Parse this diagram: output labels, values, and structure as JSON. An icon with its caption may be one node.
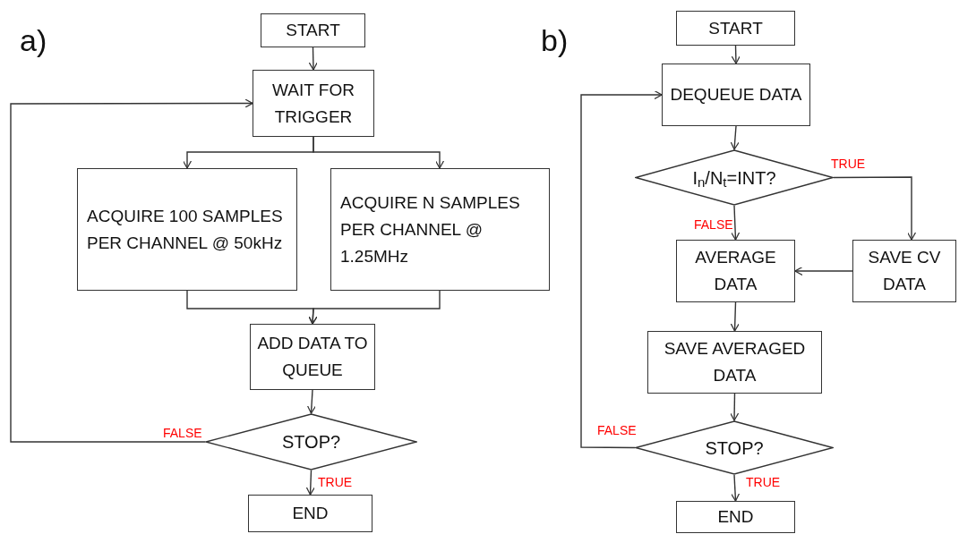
{
  "diagram": {
    "nodes": [
      {
        "text": [
          "START"
        ]
      },
      {
        "text": [
          "WAIT FOR TRIGGER"
        ]
      },
      {
        "text": [
          "ACQUIRE 100 SAMPLES PER CHANNEL @ 50kHz"
        ]
      },
      {
        "text": [
          "ACQUIRE N SAMPLES PER CHANNEL @ 1.25MHz"
        ]
      },
      {
        "text": [
          "ADD DATA TO QUEUE"
        ]
      },
      {
        "text": [
          "STOP?"
        ]
      },
      {
        "text": [
          "END"
        ]
      },
      {
        "text": [
          "START"
        ]
      },
      {
        "text": [
          "DEQUEUE DATA"
        ]
      },
      {
        "text": [
          "I$_{n}$/N$_{t}$=INT?"
        ]
      },
      {
        "text": [
          "AVERAGE DATA"
        ]
      },
      {
        "text": [
          "SAVE CV DATA"
        ]
      },
      {
        "text": [
          "SAVE AVERAGED DATA"
        ]
      },
      {
        "text": [
          "STOP?"
        ]
      },
      {
        "text": [
          "END"
        ]
      }
    ],
    "edges": [
      {
        "from": 0,
        "to": 1,
        "arrow": "to"
      },
      {
        "from": 1,
        "to": 2,
        "arrow": "to"
      },
      {
        "from": 1,
        "to": 3,
        "arrow": "to"
      },
      {
        "from": 2,
        "to": 4,
        "arrow": "to"
      },
      {
        "from": 3,
        "to": 4,
        "arrow": "to"
      },
      {
        "from": 4,
        "to": 5,
        "arrow": "to"
      },
      {
        "from": 5,
        "to": 1,
        "arrow": "to",
        "label": "FALSE"
      },
      {
        "from": 5,
        "to": 6,
        "arrow": "to",
        "label": "TRUE"
      },
      {
        "from": 7,
        "to": 8,
        "arrow": "to"
      },
      {
        "from": 8,
        "to": 9,
        "arrow": "to"
      },
      {
        "from": 9,
        "to": 11,
        "arrow": "to",
        "label": "TRUE"
      },
      {
        "from": 9,
        "to": 10,
        "arrow": "to",
        "label": "FALSE"
      },
      {
        "from": 11,
        "to": 10,
        "arrow": "to"
      },
      {
        "from": 10,
        "to": 12,
        "arrow": "to"
      },
      {
        "from": 12,
        "to": 13,
        "arrow": "to"
      },
      {
        "from": 13,
        "to": 8,
        "arrow": "to",
        "label": "FALSE"
      },
      {
        "from": 13,
        "to": 14,
        "arrow": "to",
        "label": "TRUE"
      }
    ],
    "labels": [
      "a)",
      "b)"
    ]
  }
}
